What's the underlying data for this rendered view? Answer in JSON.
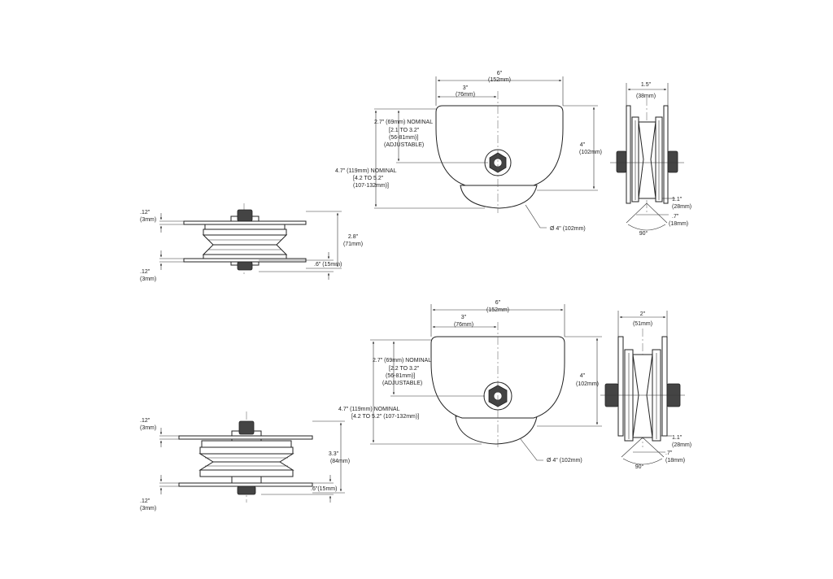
{
  "colors": {
    "line": "#222222",
    "background": "#ffffff"
  },
  "upper": {
    "top_view": {
      "dim_top_spacing": ".12\"",
      "dim_top_spacing_mm": "(3mm)",
      "dim_bottom_spacing": ".12\"",
      "dim_bottom_spacing_mm": "(3mm)",
      "dim_height": "2.8\"",
      "dim_height_mm": "(71mm)",
      "dim_hub": ".6\" (15mm)"
    },
    "front_view": {
      "dim_width": "6\"",
      "dim_width_mm": "(152mm)",
      "dim_half_width": "3\"",
      "dim_half_width_mm": "(76mm)",
      "dim_height": "4\"",
      "dim_height_mm": "(102mm)",
      "nominal_axle": "2.7\" (69mm) NOMINAL",
      "axle_range": "[2.1 TO 3.2\"",
      "axle_range_mm": "(56-81mm)]",
      "adjustable": "(ADJUSTABLE)",
      "nominal_wheel": "4.7\" (119mm) NOMINAL",
      "wheel_range": "[4.2 TO 5.2\"",
      "wheel_range_mm": "(107-132mm)]",
      "wheel_diameter": "Ø 4\" (102mm)"
    },
    "side_view": {
      "dim_width": "1.5\"",
      "dim_width_mm": "(38mm)",
      "dim_rim": "1.1\"",
      "dim_rim_mm": "(28mm)",
      "dim_groove": ".7\"",
      "dim_groove_mm": "(18mm)",
      "angle": "90°"
    }
  },
  "lower": {
    "top_view": {
      "dim_top_spacing": ".12\"",
      "dim_top_spacing_mm": "(3mm)",
      "dim_bottom_spacing": ".12\"",
      "dim_bottom_spacing_mm": "(3mm)",
      "dim_height": "3.3\"",
      "dim_height_mm": "(84mm)",
      "dim_hub": ".6\"(15mm)"
    },
    "front_view": {
      "dim_width": "6\"",
      "dim_width_mm": "(152mm)",
      "dim_half_width": "3\"",
      "dim_half_width_mm": "(76mm)",
      "dim_height": "4\"",
      "dim_height_mm": "(102mm)",
      "nominal_axle": "2.7\" (69mm) NOMINAL",
      "axle_range": "[2.2 TO 3.2\"",
      "axle_range_mm": "(56-81mm)]",
      "adjustable": "(ADJUSTABLE)",
      "nominal_wheel": "4.7\" (119mm) NOMINAL",
      "wheel_range": "[4.2 TO 5.2\" (107-132mm)]",
      "wheel_diameter": "Ø 4\" (102mm)"
    },
    "side_view": {
      "dim_width": "2\"",
      "dim_width_mm": "(51mm)",
      "dim_rim": "1.1\"",
      "dim_rim_mm": "(28mm)",
      "dim_groove": ".7\"",
      "dim_groove_mm": "(18mm)",
      "angle": "90°"
    }
  }
}
